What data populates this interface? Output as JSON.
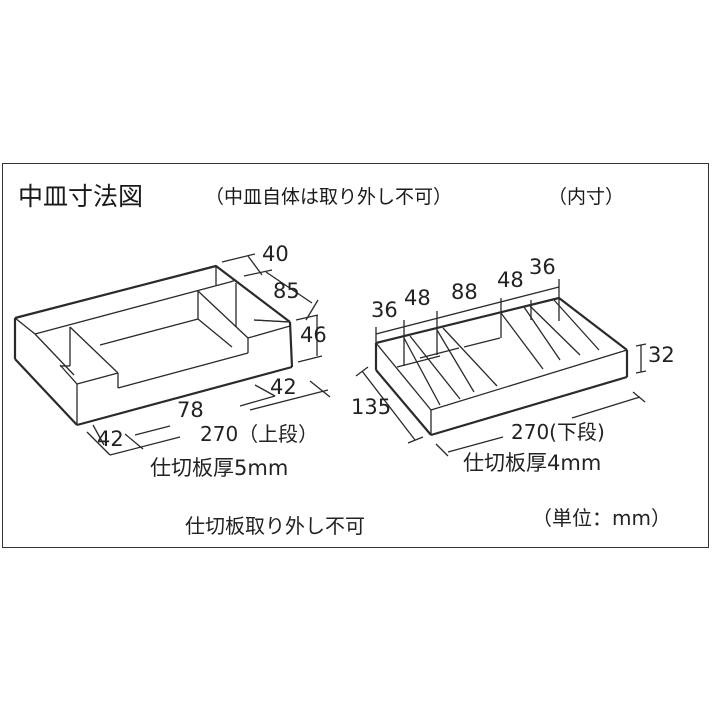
{
  "title": "中皿寸法図",
  "subtitle": "（中皿自体は取り外し不可）",
  "subtitle_inner": "（内寸）",
  "upper_tray": {
    "dims": {
      "depth_back": "40",
      "depth_mid": "85",
      "height": "46",
      "right_section": "42",
      "middle_section": "78",
      "left_section": "42",
      "length": "270（上段）"
    },
    "partition_thickness": "仕切板厚5mm"
  },
  "lower_tray": {
    "dims": {
      "sections": [
        "36",
        "48",
        "88",
        "48",
        "36"
      ],
      "height": "32",
      "width": "135",
      "length": "270(下段)"
    },
    "partition_thickness": "仕切板厚4mm"
  },
  "notes": {
    "partition_fixed": "仕切板取り外し不可",
    "unit": "（単位：mm）"
  }
}
